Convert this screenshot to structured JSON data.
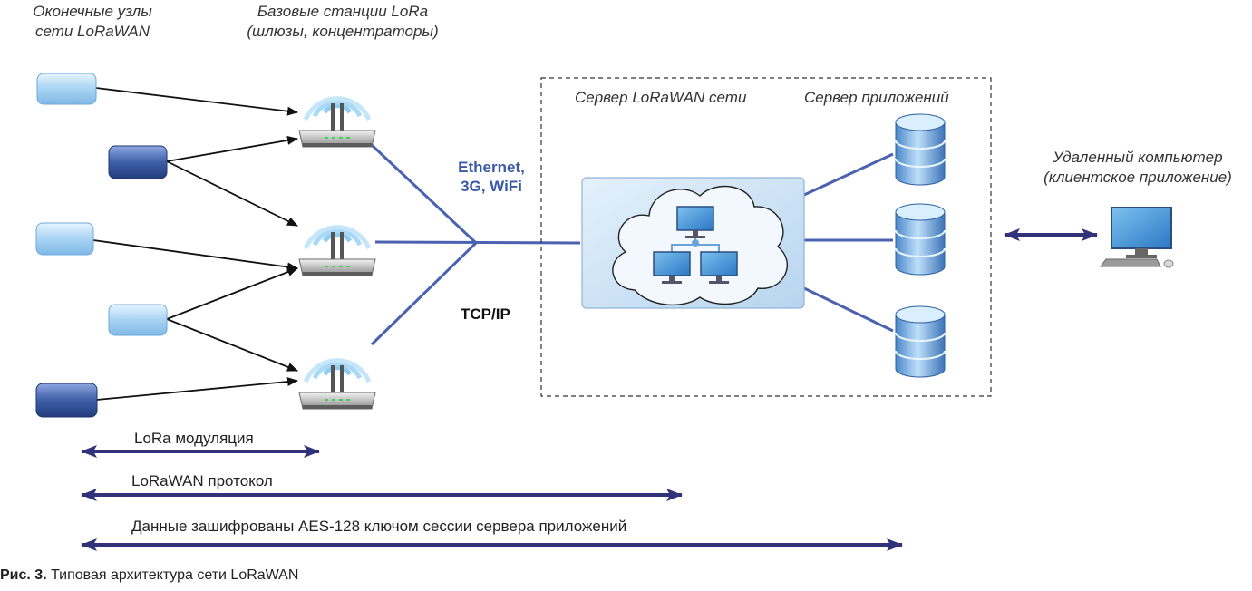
{
  "labels": {
    "end_nodes_line1": "Оконечные узлы",
    "end_nodes_line2": "сети LoRaWAN",
    "gateways_line1": "Базовые станции LoRa",
    "gateways_line2": "(шлюзы, концентраторы)",
    "network_server": "Сервер LoRaWAN сети",
    "app_server": "Сервер приложений",
    "remote_line1": "Удаленный компьютер",
    "remote_line2": "(клиентское приложение)",
    "backhaul_line1": "Ethernet,",
    "backhaul_line2": "3G, WiFi",
    "protocol": "TCP/IP"
  },
  "spans": {
    "lora": "LoRa модуляция",
    "lorawan": "LoRaWAN протокол",
    "aes": "Данные зашифрованы AES-128 ключом сессии сервера приложений"
  },
  "caption": {
    "prefix": "Рис. 3.",
    "text": " Типовая архитектура сети LoRaWAN"
  },
  "colors": {
    "node_light": "#a9d4f3",
    "node_dark": "#3d5fa8",
    "link_blue": "#4a62b0",
    "arrow_navy": "#32327a",
    "server_box": "#cfe4f6",
    "backhaul_text": "#3b5aa8"
  },
  "icons": [
    "end-node-icon",
    "gateway-icon",
    "cloud-icon",
    "monitor-icon",
    "database-icon",
    "computer-icon"
  ]
}
